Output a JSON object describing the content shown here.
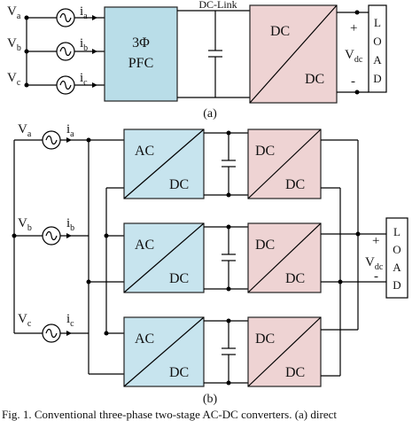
{
  "colors": {
    "pfc_fill": "#b9dde8",
    "acdc_fill": "#c7e4ee",
    "dcdc_fill": "#eed3d3",
    "wire": "#000000"
  },
  "panel_a": {
    "phases": [
      {
        "v": "V",
        "vsub": "a",
        "i": "i",
        "isub": "a"
      },
      {
        "v": "V",
        "vsub": "b",
        "i": "i",
        "isub": "b"
      },
      {
        "v": "V",
        "vsub": "c",
        "i": "i",
        "isub": "c"
      }
    ],
    "pfc_line1": "3Φ",
    "pfc_line2": "PFC",
    "dc_link_label": "DC-Link",
    "dcdc_top": "DC",
    "dcdc_bottom": "DC",
    "plus": "+",
    "minus": "-",
    "vdc": "V",
    "vdc_sub": "dc",
    "load_letters": [
      "L",
      "O",
      "A",
      "D"
    ],
    "label": "(a)"
  },
  "panel_b": {
    "phases": [
      {
        "v": "V",
        "vsub": "a",
        "i": "i",
        "isub": "a"
      },
      {
        "v": "V",
        "vsub": "b",
        "i": "i",
        "isub": "b"
      },
      {
        "v": "V",
        "vsub": "c",
        "i": "i",
        "isub": "c"
      }
    ],
    "acdc_top": "AC",
    "acdc_bottom": "DC",
    "dcdc_top": "DC",
    "dcdc_bottom": "DC",
    "plus": "+",
    "minus": "-",
    "vdc": "V",
    "vdc_sub": "dc",
    "load_letters": [
      "L",
      "O",
      "A",
      "D"
    ],
    "label": "(b)"
  },
  "caption": "Fig. 1. Conventional three-phase two-stage AC-DC converters. (a) direct"
}
